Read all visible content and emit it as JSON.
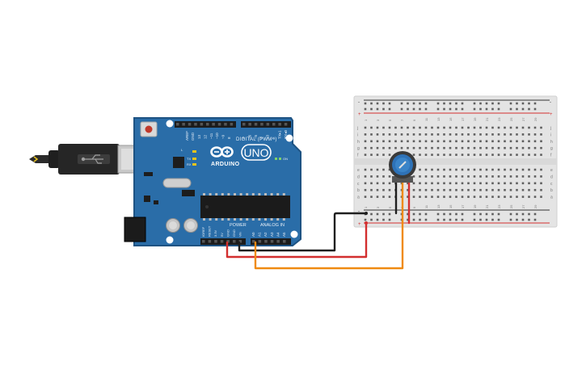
{
  "arduino": {
    "brand": "ARDUINO",
    "model": "UNO",
    "digital_label": "DIGITAL (PWM~)",
    "power_label": "POWER",
    "analog_label": "ANALOG IN",
    "aref_label": "AREF",
    "gnd_top_label": "GND",
    "tx_label": "TX",
    "rx_label": "RX",
    "on_label": "ON",
    "l_label": "L",
    "digital_pins": [
      "13",
      "12",
      "~11",
      "~10",
      "~9",
      "8",
      "7",
      "~6",
      "~5",
      "4",
      "~3",
      "2",
      "TX▸1",
      "RX◂0"
    ],
    "power_pins": [
      "IOREF",
      "RESET",
      "3.3V",
      "5V",
      "GND",
      "GND",
      "Vin"
    ],
    "analog_pins": [
      "A0",
      "A1",
      "A2",
      "A3",
      "A4",
      "A5"
    ]
  },
  "breadboard": {
    "column_numbers": [
      "1",
      "3",
      "5",
      "7",
      "9",
      "11",
      "13",
      "15",
      "17",
      "19",
      "21",
      "23",
      "25",
      "27",
      "29"
    ],
    "row_letters_top": [
      "j",
      "i",
      "h",
      "g",
      "f"
    ],
    "row_letters_bottom": [
      "e",
      "d",
      "c",
      "b",
      "a"
    ],
    "rail_plus": "+",
    "rail_minus": "-"
  },
  "wires": [
    {
      "name": "5v-wire",
      "color": "#d32f2f"
    },
    {
      "name": "gnd-wire",
      "color": "#222222"
    },
    {
      "name": "a0-wire",
      "color": "#ef8a12"
    }
  ],
  "colors": {
    "board": "#2a6da8",
    "board_edge": "#1e5383",
    "breadboard": "#e4e4e4",
    "pot_knob": "#2e72b7"
  }
}
